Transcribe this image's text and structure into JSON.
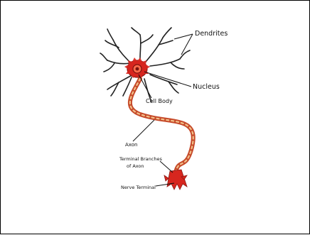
{
  "diagram": {
    "labels": {
      "dendrites": "Dendrites",
      "nucleus": "Nucleus",
      "cell_body": "Cell Body",
      "axon": "Axon",
      "terminal_branches_line1": "Terminal Branches",
      "terminal_branches_line2": "of Axon",
      "nerve_terminal": "Nerve Terminal"
    },
    "colors": {
      "cell": "#d7261e",
      "axon_fill": "#c64a2a",
      "axon_stripe": "#f2c08a",
      "line": "#111111",
      "dendrite": "#222222"
    }
  }
}
